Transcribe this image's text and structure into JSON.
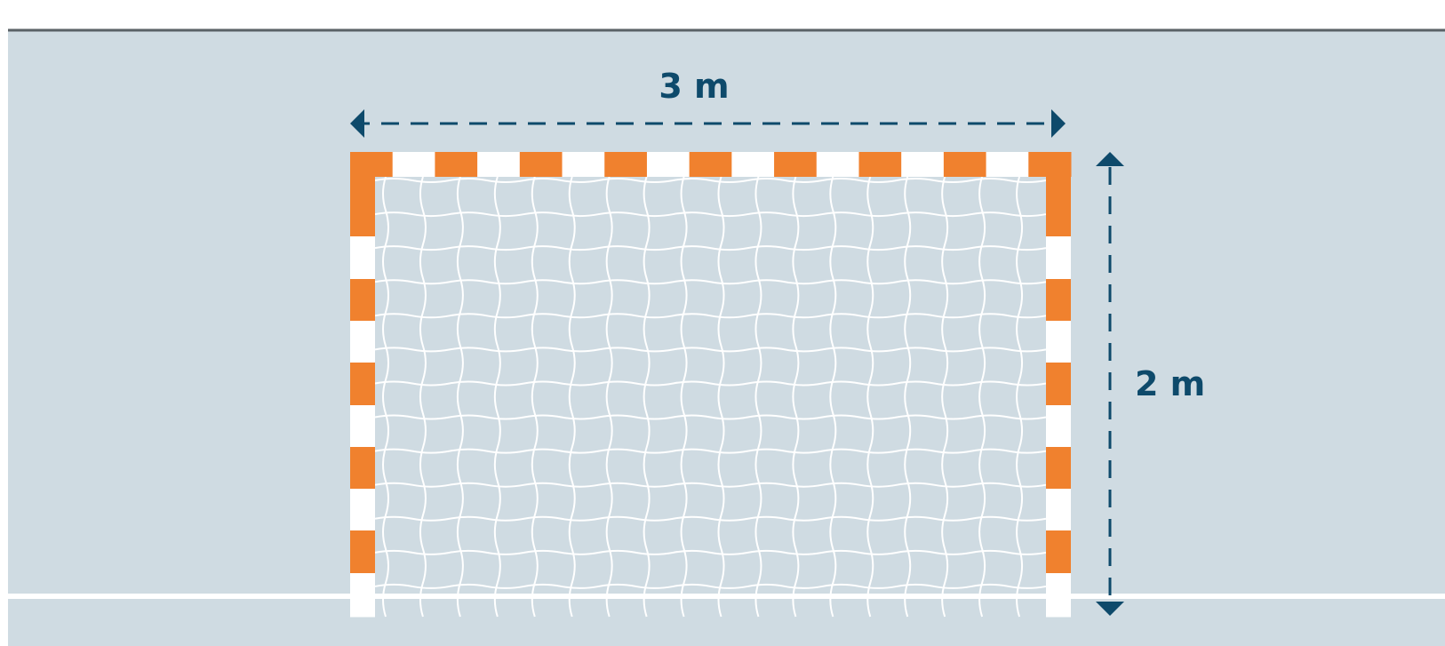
{
  "labels": {
    "width": "3 m",
    "height": "2 m"
  },
  "colors": {
    "background": "#cfdbe2",
    "topline": "#5a6166",
    "post_orange": "#f0812e",
    "post_white": "#ffffff",
    "net": "#ffffff",
    "dimension": "#0e4a6b",
    "floor_line": "#ffffff"
  },
  "goal": {
    "width_m": 3,
    "height_m": 2
  }
}
